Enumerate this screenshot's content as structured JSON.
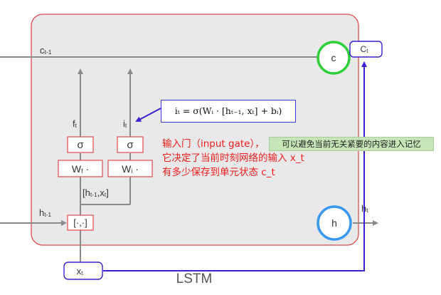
{
  "diagram": {
    "title": "LSTM",
    "labels": {
      "c_prev": {
        "main": "c",
        "sub": "t-1"
      },
      "h_prev": {
        "main": "h",
        "sub": "t-1"
      },
      "f_t": {
        "main": "f",
        "sub": "t"
      },
      "i_t": {
        "main": "i",
        "sub": "t"
      },
      "sigma_f": "σ",
      "sigma_i": "σ",
      "W_f": {
        "main": "W",
        "sub": "f",
        "suffix": " ·"
      },
      "W_i": {
        "main": "W",
        "sub": "i",
        "suffix": " ·"
      },
      "concat_label": {
        "a": "[h",
        "a_sub": "t-1",
        "b": ",x",
        "b_sub": "t",
        "c": "]"
      },
      "concat_node": "[·,·]",
      "x_t": {
        "main": "x",
        "sub": "t"
      },
      "c_node": "c",
      "h_node": "h",
      "c_t": {
        "main": "C",
        "sub": "t"
      },
      "h_t": {
        "main": "h",
        "sub": "t"
      }
    },
    "formula": "iₜ = σ(Wᵢ · [hₜ₋₁, xₜ] + bᵢ)",
    "annotation": {
      "line1": "输入门（input gate），",
      "line2": "它决定了当前时刻网络的输入 x_t",
      "line3": "有多少保存到单元状态 c_t"
    },
    "green_note": "可以避免当前无关紧要的内容进入记忆",
    "colors": {
      "cell_border": "#e0484d",
      "cell_fill": "#e9e9e9",
      "gray_line": "#8a8a8a",
      "blue_line": "#3c1fd0",
      "green_ring": "#2fcf3a",
      "blue_ring": "#3a98f0",
      "red_text": "#ee1c1c"
    }
  }
}
